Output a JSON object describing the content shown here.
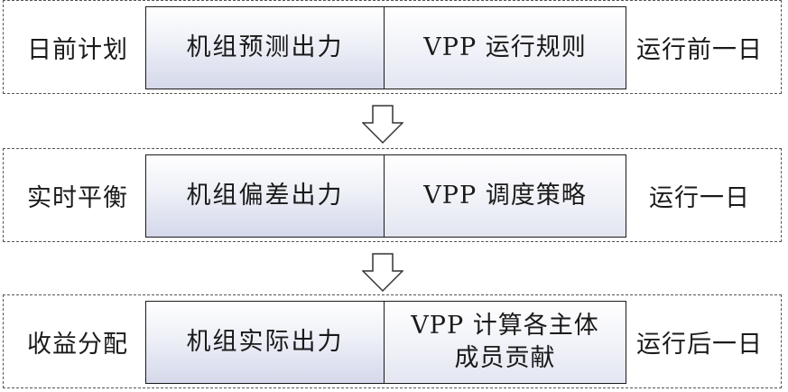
{
  "stages": [
    {
      "label": "日前计划",
      "unit_output": "机组预测出力",
      "vpp_action": "VPP 运行规则",
      "timing": "运行前一日"
    },
    {
      "label": "实时平衡",
      "unit_output": "机组偏差出力",
      "vpp_action": "VPP 调度策略",
      "timing": "运行一日"
    },
    {
      "label": "收益分配",
      "unit_output": "机组实际出力",
      "vpp_action_line1": "VPP 计算各主体",
      "vpp_action_line2": "成员贡献",
      "timing": "运行后一日"
    }
  ]
}
